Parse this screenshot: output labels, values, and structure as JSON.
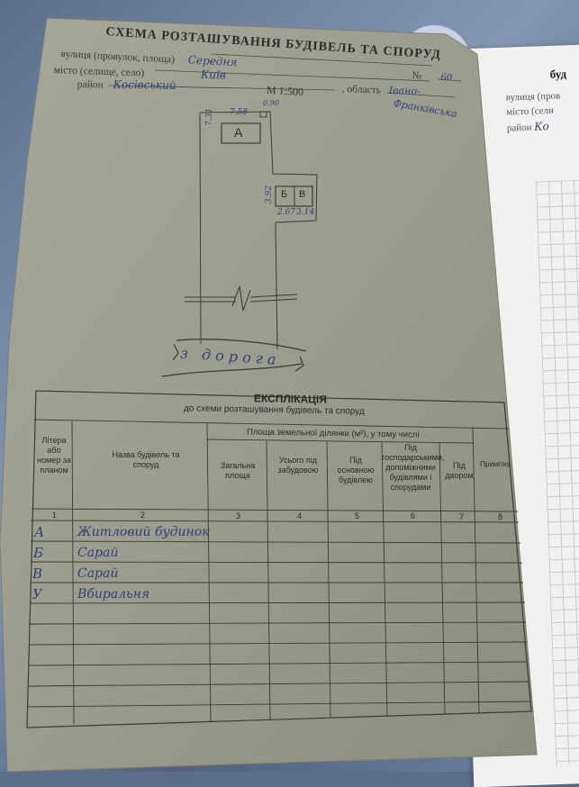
{
  "form": {
    "title": "СХЕМА РОЗТАШУВАННЯ БУДІВЕЛЬ ТА СПОРУД",
    "street_label": "вулиця (провулок, площа)",
    "street_value": "Середня",
    "house_no_label": "№",
    "house_no_value": "60",
    "city_label": "місто (селище, село)",
    "city_value": "Київ",
    "district_label": "район",
    "district_value": "Косівський",
    "region_label": ", область",
    "region_value_1": "Івано-",
    "region_value_2": "Франківська",
    "scale": "М 1:500"
  },
  "sketch": {
    "building_a": "А",
    "building_b": "Б",
    "building_v": "В",
    "dim_top": "7.58",
    "dim_side": "7.31",
    "dim_top_small": "0.90",
    "dim_b_height": "3.92",
    "dim_b_width": "2.67",
    "dim_v_width": "3.14",
    "road": "з   д о р о г а"
  },
  "table": {
    "title": "ЕКСПЛІКАЦІЯ",
    "subtitle": "до схеми розташування будівель та споруд",
    "group_header": "Площа земельної ділянки (м²), у тому числі",
    "headers": [
      "Літера або номер за планом",
      "Назва будівель та споруд",
      "Загальна площа",
      "Усього під забудовою",
      "Під основною будівлею",
      "Під господарськими, допоміжними будівлями і спорудами",
      "Під двором",
      "Примітка"
    ],
    "numbers": [
      "1",
      "2",
      "3",
      "4",
      "5",
      "6",
      "7",
      "8"
    ],
    "rows": [
      {
        "letter": "А",
        "name": "Житловий будинок"
      },
      {
        "letter": "Б",
        "name": "Сарай"
      },
      {
        "letter": "В",
        "name": "Сарай"
      },
      {
        "letter": "У",
        "name": "Вбиральня"
      }
    ]
  },
  "side_doc": {
    "title": "буд",
    "line1": "вулиця (пров",
    "line2": "місто (сели",
    "line3": "район",
    "line3_hand": "Ко"
  },
  "colors": {
    "paper": "#9a9b8c",
    "ink_print": "#2a2a28",
    "ink_hand": "#2b3f7a",
    "side_paper": "#f1f1ef"
  }
}
